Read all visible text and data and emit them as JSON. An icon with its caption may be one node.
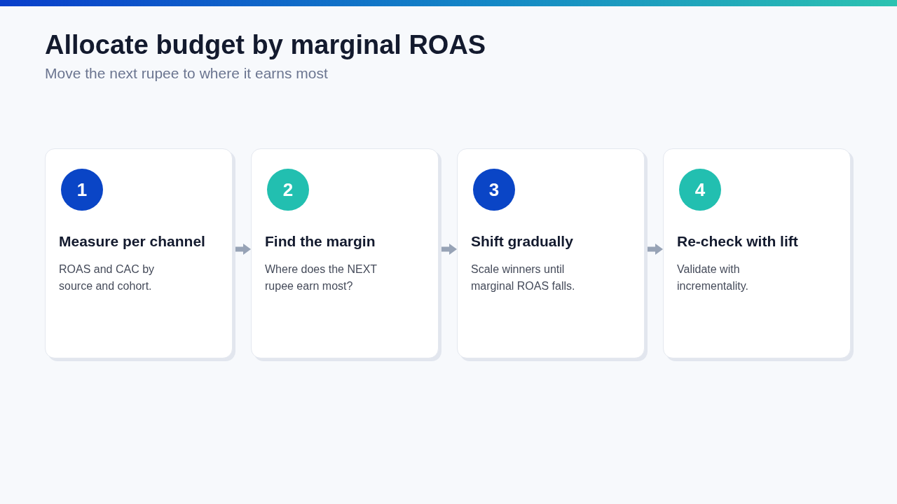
{
  "diagram": {
    "title": "Allocate budget by marginal ROAS",
    "nodes": [
      {
        "text": [
          "Measure per channel",
          "ROAS and CAC by source and cohort."
        ]
      },
      {
        "text": [
          "1"
        ],
        "in": 0
      },
      {
        "text": [
          "Find the margin",
          "Where does the NEXT rupee earn most?"
        ]
      },
      {
        "text": [
          "2"
        ],
        "in": 2
      },
      {
        "text": [
          "Shift gradually",
          "Scale winners until marginal ROAS falls."
        ]
      },
      {
        "text": [
          "3"
        ],
        "in": 4
      },
      {
        "text": [
          "Re-check with lift",
          "Validate with incrementality."
        ]
      },
      {
        "text": [
          "4"
        ],
        "in": 6
      }
    ],
    "edges": [
      {
        "from": 0,
        "to": 2,
        "arrow": "to"
      },
      {
        "from": 2,
        "to": 4,
        "arrow": "to"
      },
      {
        "from": 4,
        "to": 6,
        "arrow": "to"
      }
    ],
    "labels": [
      "Move the next rupee to where it earns most"
    ]
  }
}
